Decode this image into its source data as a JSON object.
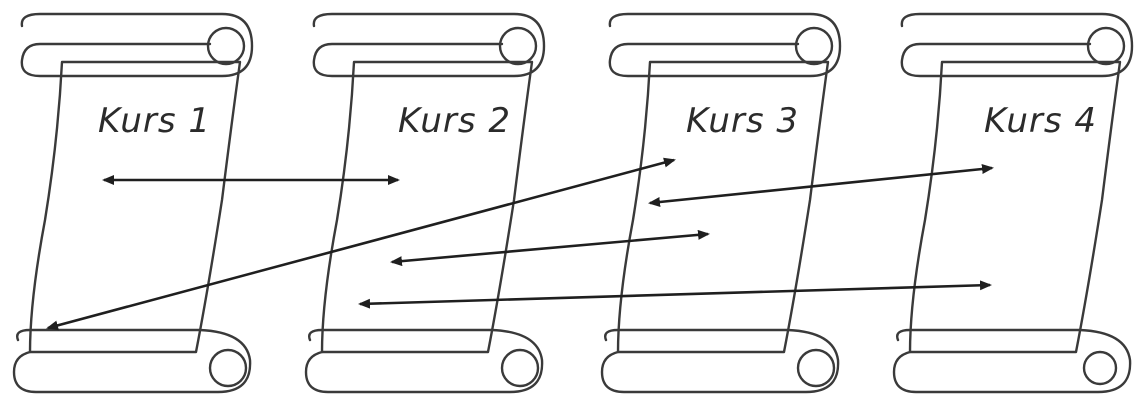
{
  "colors": {
    "parchment_light": "#f2d7b6",
    "parchment_mid": "#e6bd92",
    "parchment_dark": "#b98a5e",
    "roll_shadow": "#8c6a4c",
    "outline": "#3a3a3a",
    "arrow": "#1f1f1f"
  },
  "scrolls": [
    {
      "title": "Kurs 1"
    },
    {
      "title": "Kurs 2"
    },
    {
      "title": "Kurs 3"
    },
    {
      "title": "Kurs 4"
    }
  ],
  "connections": [
    {
      "from": "Kurs 1",
      "to": "Kurs 2",
      "bidirectional": true
    },
    {
      "from": "Kurs 1",
      "to": "Kurs 3",
      "bidirectional": true
    },
    {
      "from": "Kurs 3",
      "to": "Kurs 4",
      "bidirectional": true
    },
    {
      "from": "Kurs 2",
      "to": "Kurs 3",
      "bidirectional": true
    },
    {
      "from": "Kurs 2",
      "to": "Kurs 4",
      "bidirectional": true
    }
  ]
}
